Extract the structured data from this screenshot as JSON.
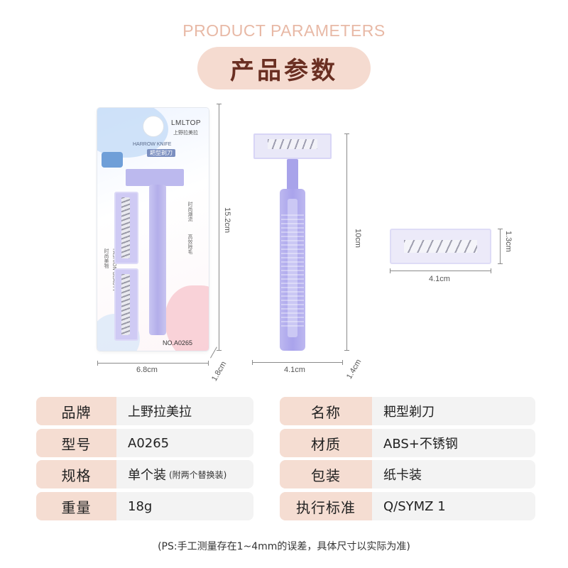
{
  "header": {
    "title_en": "PRODUCT PARAMETERS",
    "title_cn": "产品参数"
  },
  "package": {
    "brand": "LMLTOP",
    "brand_cn": "上野拉美拉",
    "product_en": "HARROW KNIFE",
    "product_cn": "耙型剃刀",
    "model_no": "NO.A0265",
    "side_text_1": "时尚美物",
    "side_text_2": "FASHION BEAUTY",
    "side_text_3": "时尚潮流",
    "side_text_4": "高效除毛"
  },
  "dimensions": {
    "card_width": "6.8cm",
    "card_height": "15.2cm",
    "card_depth": "1.8cm",
    "razor_width": "4.1cm",
    "razor_height": "10cm",
    "razor_depth": "1.4cm",
    "cartridge_width": "4.1cm",
    "cartridge_height": "1.3cm"
  },
  "params_left": [
    {
      "key": "品牌",
      "value": "上野拉美拉",
      "sub": ""
    },
    {
      "key": "型号",
      "value": "A0265",
      "sub": ""
    },
    {
      "key": "规格",
      "value": "单个装",
      "sub": "(附两个替换装)"
    },
    {
      "key": "重量",
      "value": "18g",
      "sub": ""
    }
  ],
  "params_right": [
    {
      "key": "名称",
      "value": "耙型剃刀"
    },
    {
      "key": "材质",
      "value": "ABS+不锈钢"
    },
    {
      "key": "包装",
      "value": "纸卡装"
    },
    {
      "key": "执行标准",
      "value": "Q/SYMZ 1"
    }
  ],
  "footnote": "(PS:手工测量存在1~4mm的误差，具体尺寸以实际为准)",
  "colors": {
    "accent": "#f5dbd0",
    "title_en": "#e8b9a6",
    "razor": "#b3aeea"
  }
}
